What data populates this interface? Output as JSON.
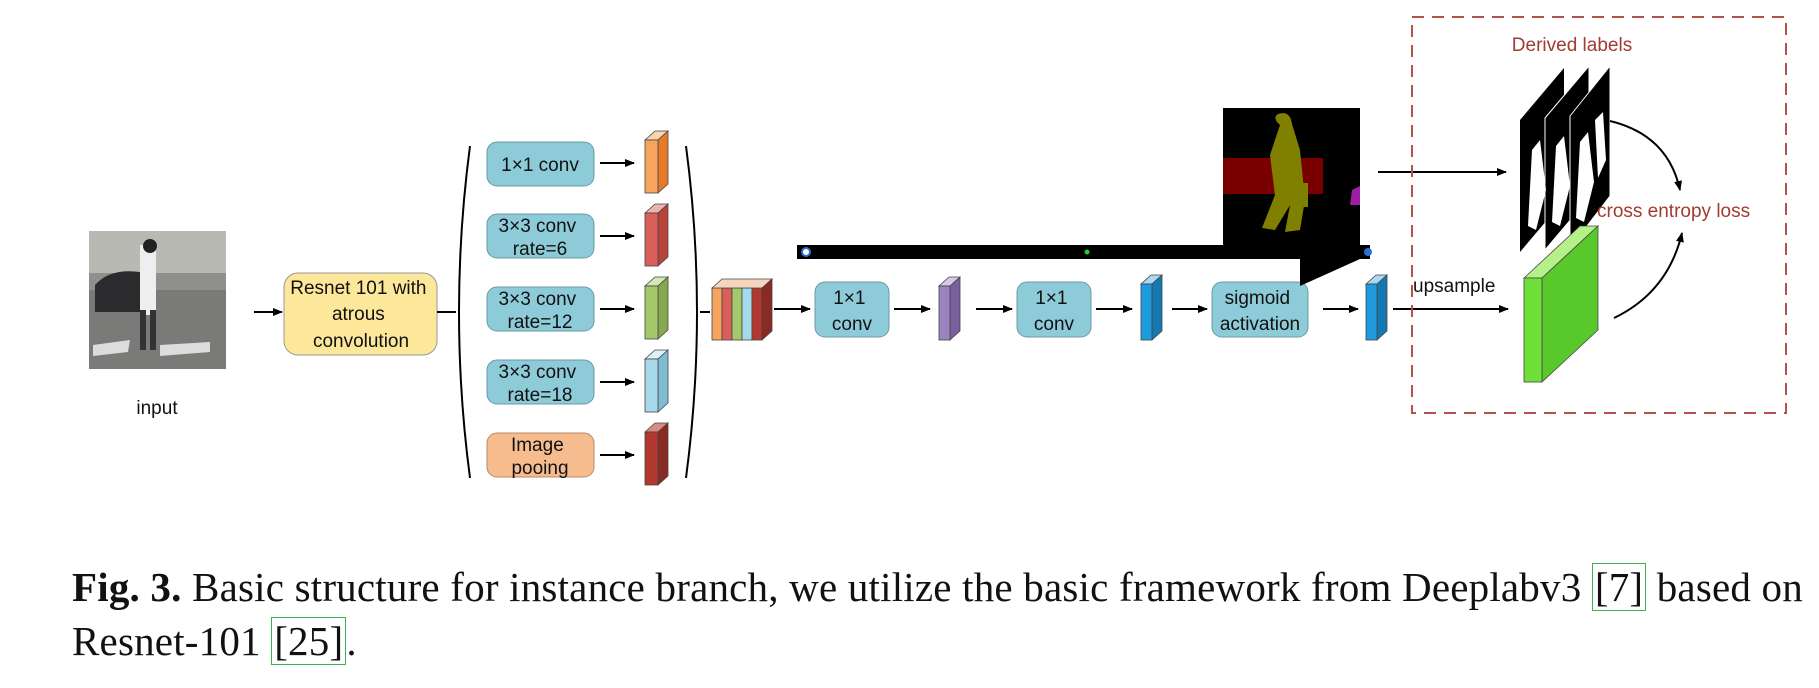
{
  "diagram": {
    "input_label": "input",
    "backbone": [
      "Resnet 101 with",
      "atrous",
      "convolution"
    ],
    "aspp": {
      "conv1": "1×1 conv",
      "conv2": [
        "3×3 conv",
        "rate=6"
      ],
      "conv3": [
        "3×3 conv",
        "rate=12"
      ],
      "conv4": [
        "3×3 conv",
        "rate=18"
      ],
      "pool": [
        "Image",
        "pooing"
      ]
    },
    "conv_a": [
      "1×1",
      "conv"
    ],
    "conv_b": [
      "1×1",
      "conv"
    ],
    "sigmoid": [
      "sigmoid",
      "activation"
    ],
    "upsample": "upsample",
    "derived_labels": "Derived labels",
    "loss": "cross entropy loss",
    "colors": {
      "blue_box": "#8ecbd9",
      "yellow_box": "#fde79a",
      "orange_box": "#f7bc8e",
      "loss_red": "#a23b32",
      "green_block": "#5ed32c",
      "feature_blue": "#1d9bdc"
    }
  },
  "caption": {
    "prefix": "Fig. 3.",
    "text_1": " Basic structure for instance branch, we utilize the basic framework from Deeplabv3 ",
    "ref_1": "[7]",
    "text_2": " based on Resnet-101 ",
    "ref_2": "[25]",
    "text_3": "."
  }
}
